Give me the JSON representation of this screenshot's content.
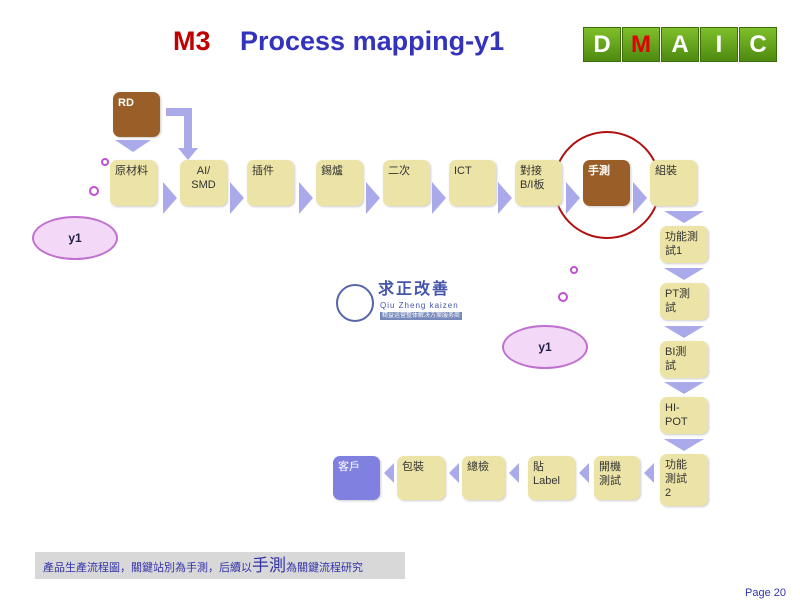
{
  "title": {
    "code": "M3",
    "text": "Process mapping-y1"
  },
  "dmaic": [
    "D",
    "M",
    "A",
    "I",
    "C"
  ],
  "rd": "RD",
  "top_row": [
    "原材料",
    "AI/\nSMD",
    "插件",
    "錫爐",
    "二次",
    "ICT",
    "對接\nB/I板",
    "手測",
    "組裝"
  ],
  "right_col": [
    "功能測\n試1",
    "PT測\n試",
    "BI測\n試",
    "HI-\nPOT",
    "功能\n測試\n2"
  ],
  "bottom_row": [
    "開機\n測試",
    "貼\nLabel",
    "總檢",
    "包裝",
    "客戶"
  ],
  "clouds": [
    "y1",
    "y1"
  ],
  "logo": {
    "cn": "求正改善",
    "en": "Qiu Zheng kaizen",
    "sub": "精益运营整体解决方案服务商"
  },
  "note": {
    "part1": "產品生產流程圖，關鍵站別為手測，后續以",
    "emph": "手測",
    "part2": "為關鍵流程研究"
  },
  "page": "Page 20",
  "colors": {
    "box": "#ece4a6",
    "key": "#9a5f28",
    "arrow": "#aaaaea",
    "customer": "#8080e0"
  }
}
